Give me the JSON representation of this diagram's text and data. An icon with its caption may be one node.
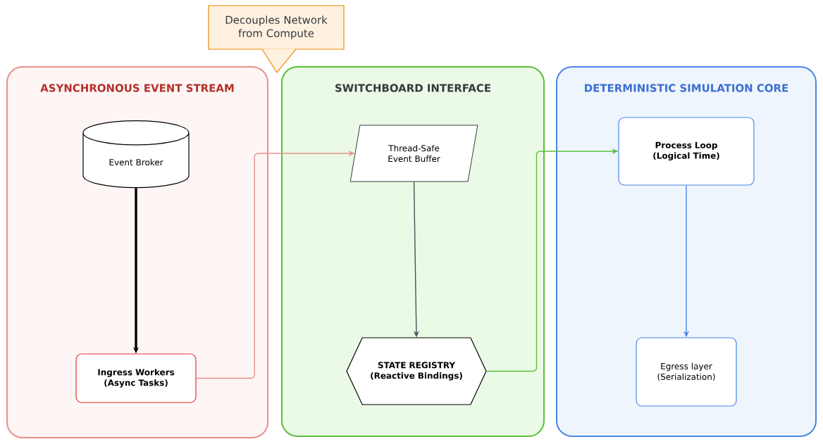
{
  "diagram": {
    "nodes": [
      {
        "text": [
          "ASYNCHRONOUS EVENT STREAM"
        ]
      },
      {
        "text": [
          "Event Broker"
        ],
        "in": 0
      },
      {
        "text": [
          "Ingress Workers (Async Tasks)"
        ],
        "in": 0
      },
      {
        "text": [
          "SWITCHBOARD INTERFACE"
        ]
      },
      {
        "text": [
          "Thread-Safe Event Buffer"
        ],
        "in": 3
      },
      {
        "text": [
          "STATE REGISTRY (Reactive Bindings)"
        ],
        "in": 3
      },
      {
        "text": [
          "DETERMINISTIC SIMULATION CORE"
        ]
      },
      {
        "text": [
          "Process Loop (Logical Time)"
        ],
        "in": 6
      },
      {
        "text": [
          "Egress layer (Serialization)"
        ],
        "in": 6
      },
      {
        "text": [
          "Decouples Network from Compute"
        ]
      }
    ],
    "edges": [
      {
        "from": 1,
        "to": 2,
        "arrow": "to",
        "style": "thick",
        "color": "#000000"
      },
      {
        "from": 2,
        "to": 4,
        "arrow": "to",
        "color": "#e8908c"
      },
      {
        "from": 4,
        "to": 5,
        "arrow": "to",
        "color": "#495057"
      },
      {
        "from": 5,
        "to": 7,
        "arrow": "to",
        "color": "#5bbf3a"
      },
      {
        "from": 7,
        "to": 8,
        "arrow": "to",
        "color": "#4a86e8"
      }
    ]
  }
}
